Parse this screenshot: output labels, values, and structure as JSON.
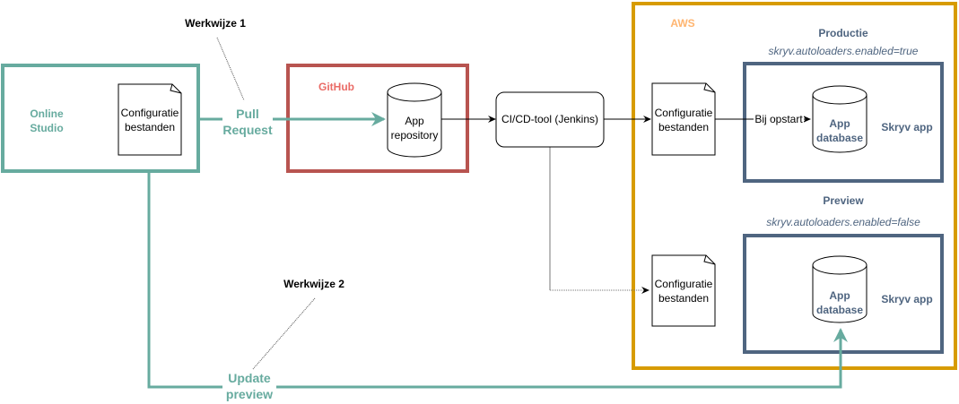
{
  "title": "Werkwijze configuratie Skryv app",
  "colors": {
    "online_studio": "#67AB9F",
    "github": "#B85450",
    "github_label": "#EA6B66",
    "aws": "#D79B00",
    "aws_label": "#FFB570",
    "skryv_app": "#4F6580"
  },
  "annotations": {
    "werkwijze_1": "Werkwijze 1",
    "werkwijze_2": "Werkwijze 2"
  },
  "online_studio": {
    "label_line1": "Online",
    "label_line2": "Studio",
    "doc_line1": "Configuratie",
    "doc_line2": "bestanden"
  },
  "edges": {
    "pull_request_line1": "Pull",
    "pull_request_line2": "Request",
    "update_preview_line1": "Update",
    "update_preview_line2": "preview",
    "bij_opstart": "Bij opstart"
  },
  "github": {
    "label": "GitHub",
    "repo_line1": "App",
    "repo_line2": "repository"
  },
  "cicd": {
    "label": "CI/CD-tool (Jenkins)"
  },
  "aws": {
    "label": "AWS",
    "productie": {
      "title": "Productie",
      "setting": "skryv.autoloaders.enabled=true",
      "doc_line1": "Configuratie",
      "doc_line2": "bestanden",
      "db_line1": "App",
      "db_line2": "database",
      "app_label": "Skryv app"
    },
    "preview": {
      "title": "Preview",
      "setting": "skryv.autoloaders.enabled=false",
      "doc_line1": "Configuratie",
      "doc_line2": "bestanden",
      "db_line1": "App",
      "db_line2": "database",
      "app_label": "Skryv app"
    }
  }
}
